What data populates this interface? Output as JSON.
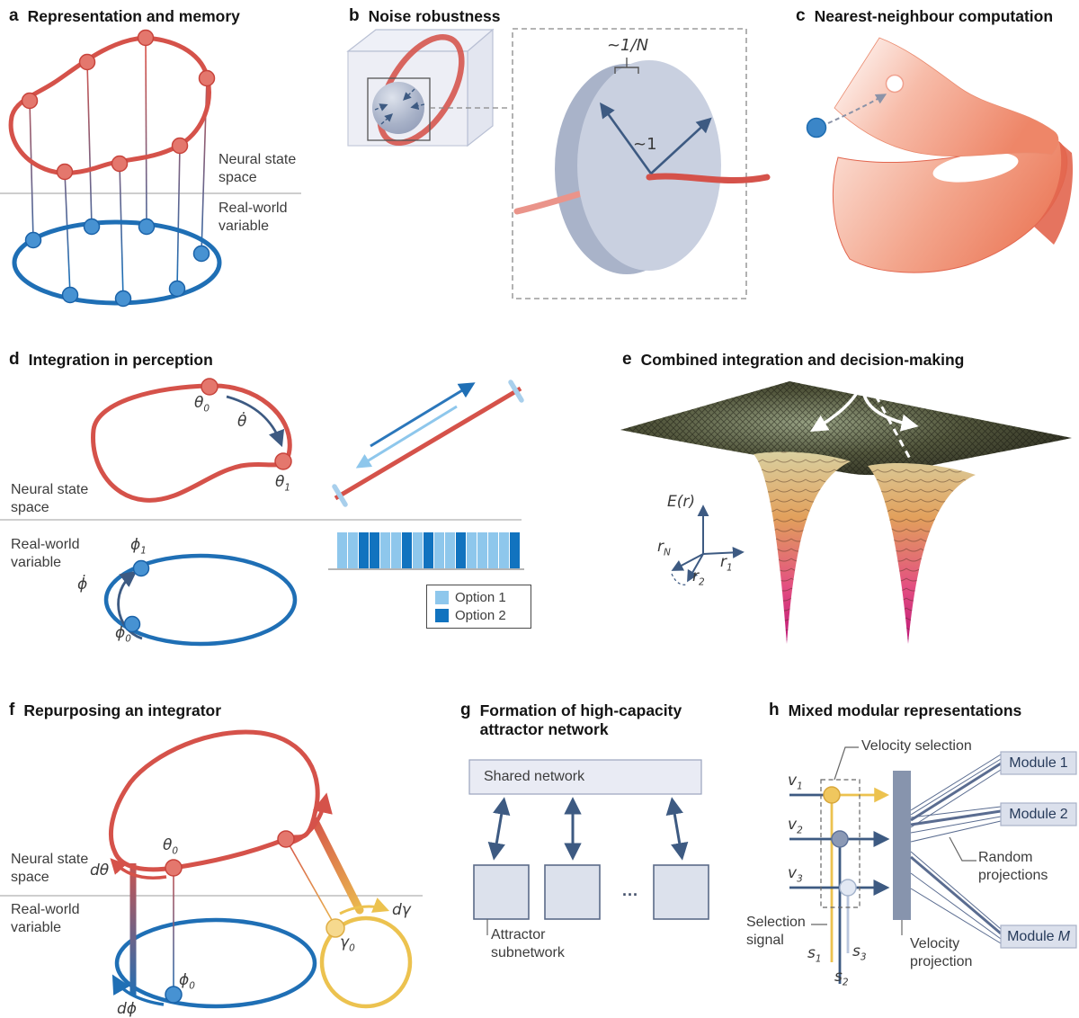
{
  "colors": {
    "red": "#d5524a",
    "red-light": "#ea948a",
    "blue": "#1f6fb5",
    "navy": "#3d5a82",
    "yellow": "#ecc24f",
    "stripe-light": "#8ec7ec",
    "stripe-dark": "#1173bf",
    "gray-blue-bar": "#8794ad",
    "box-fill": "#dce1ec",
    "box-border": "#5b6b88",
    "shared-fill": "#e9ebf4",
    "module-fill": "#dbe0ec",
    "label": "#3c3c3c",
    "title": "#141414",
    "divider": "#b0b0b0"
  },
  "panel_a": {
    "letter": "a",
    "title": "Representation and memory",
    "label_top": "Neural state space",
    "label_bottom": "Real-world variable"
  },
  "panel_b": {
    "letter": "b",
    "title": "Noise robustness",
    "width_label_pre": "~1/",
    "width_label_var": "N",
    "radius_label": "~1"
  },
  "panel_c": {
    "letter": "c",
    "title": "Nearest-neighbour computation"
  },
  "panel_d": {
    "letter": "d",
    "title": "Integration in perception",
    "label_top": "Neural state space",
    "label_bottom": "Real-world variable",
    "theta0": {
      "base": "θ",
      "sub": "0"
    },
    "theta1": {
      "base": "θ",
      "sub": "1"
    },
    "theta_dot": "θ̇",
    "phi0": {
      "base": "ϕ",
      "sub": "0"
    },
    "phi1": {
      "base": "ϕ",
      "sub": "1"
    },
    "phi_dot": "ϕ̇",
    "legend": [
      {
        "label": "Option 1",
        "color": "#8ec7ec"
      },
      {
        "label": "Option 2",
        "color": "#1173bf"
      }
    ],
    "stripe_pattern": [
      "L",
      "L",
      "D",
      "D",
      "L",
      "L",
      "D",
      "L",
      "D",
      "L",
      "L",
      "D",
      "L",
      "L",
      "L",
      "L",
      "D"
    ]
  },
  "panel_e": {
    "letter": "e",
    "title": "Combined integration and decision-making",
    "axis_e": "E(r)",
    "axis_rn": {
      "base": "r",
      "sub": "N"
    },
    "axis_r1": {
      "base": "r",
      "sub": "1"
    },
    "axis_r2": {
      "base": "r",
      "sub": "2"
    }
  },
  "panel_f": {
    "letter": "f",
    "title": "Repurposing an integrator",
    "label_top": "Neural state space",
    "label_bottom": "Real-world variable",
    "dtheta": "dθ",
    "theta0": {
      "base": "θ",
      "sub": "0"
    },
    "phi0": {
      "base": "ϕ",
      "sub": "0"
    },
    "dphi": "dϕ",
    "gamma0": {
      "base": "γ",
      "sub": "0"
    },
    "dgamma": "dγ"
  },
  "panel_g": {
    "letter": "g",
    "title": "Formation of high-capacity attractor network",
    "shared_box": "Shared network",
    "ellipsis": "...",
    "subnetwork_label": "Attractor subnetwork"
  },
  "panel_h": {
    "letter": "h",
    "title": "Mixed modular representations",
    "velocity_selection": "Velocity selection",
    "selection_signal": "Selection signal",
    "velocity_projection": "Velocity projection",
    "random_projections": "Random projections",
    "inputs": [
      {
        "base": "v",
        "sub": "1"
      },
      {
        "base": "v",
        "sub": "2"
      },
      {
        "base": "v",
        "sub": "3"
      }
    ],
    "signals": [
      {
        "base": "s",
        "sub": "1"
      },
      {
        "base": "s",
        "sub": "2"
      },
      {
        "base": "s",
        "sub": "3"
      }
    ],
    "modules": [
      {
        "name": "Module",
        "var": "1"
      },
      {
        "name": "Module",
        "var": "2"
      },
      {
        "name": "Module",
        "var": "M"
      }
    ]
  }
}
